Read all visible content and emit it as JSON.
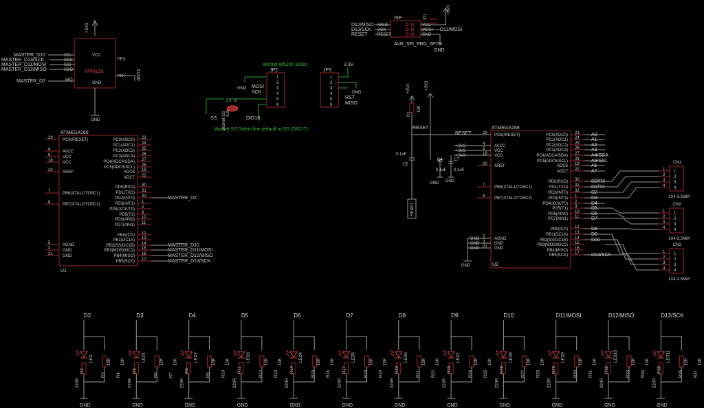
{
  "rfm": {
    "name": "RFM12B",
    "ant": "ANT1",
    "pins": [
      "SEL",
      "SCK",
      "SDI",
      "SDO",
      "IRQ",
      "VCC",
      "GND",
      "FFS",
      "ANT"
    ],
    "nets": [
      "MASTER_D10",
      "MASTER_D13/SCK",
      "MASTER_D11/MOSI",
      "MASTER_D12/MISO",
      "MASTER_D2"
    ],
    "supply": "+3V3",
    "gnd": "GND"
  },
  "isp": {
    "name": "ISP",
    "part": "AVR_SPI_PRG_6PTH",
    "jumper": "JP1",
    "left_nets": [
      "D12/MISO",
      "D13/SCK",
      "RESET"
    ],
    "right_net": "D11/MOSI",
    "pins_left": [
      "MISO",
      "SCK",
      "RESET"
    ],
    "pins_right": [
      "VCC",
      "MOSI",
      "GND"
    ],
    "supply": "+3V3",
    "gnd": "GND"
  },
  "wiznet": {
    "title": "Wiznet W5200 820io",
    "note": "Wiznet SS Select line default to SS (DIG17)",
    "jp2": "JP2",
    "jp3": "JP3",
    "jp3_supply": "3.3V",
    "jp2_labels": [
      "MOSI",
      "SCK",
      "GND"
    ],
    "jp3_labels": [
      "RST",
      "MISO"
    ],
    "ss": "SS",
    "dig": "DIG10",
    "sj": "SJ5",
    "jumper_label": "Wiznet SS"
  },
  "u1": {
    "name": "ATMEGA168",
    "ref": "U1",
    "left_pins": [
      [
        "29",
        "PC6(/RESET)"
      ],
      [
        "4",
        "AVCC"
      ],
      [
        "6",
        "VCC"
      ],
      [
        "18",
        "VCC"
      ],
      [
        "20",
        "AREF"
      ],
      [
        "7",
        "PB6(XTAL1/TOSC1)"
      ],
      [
        "8",
        "PB7(XTAL2/TOSC2)"
      ],
      [
        "5",
        "AGND"
      ],
      [
        "3",
        "GND"
      ],
      [
        "21",
        "GND"
      ]
    ],
    "right_pins": [
      [
        "23",
        "PC0(ADC0)"
      ],
      [
        "24",
        "PC1(ADC1)"
      ],
      [
        "25",
        "PC2(ADC2)"
      ],
      [
        "26",
        "PC3(ADC3)"
      ],
      [
        "27",
        "PC4(ADC4/SDA)"
      ],
      [
        "28",
        "PC5(ADC5/SCL)"
      ],
      [
        "19",
        "ADC6"
      ],
      [
        "22",
        "ADC7"
      ],
      [
        "30",
        "PD0(RXD)"
      ],
      [
        "31",
        "PD1(TXD)"
      ],
      [
        "32",
        "PD2(INT0)"
      ],
      [
        "1",
        "PD3(INT1)"
      ],
      [
        "2",
        "PD4(XCK/T0)"
      ],
      [
        "9",
        "PD5(T1)"
      ],
      [
        "10",
        "PD6(AIN0)"
      ],
      [
        "11",
        "PD7(AIN1)"
      ],
      [
        "12",
        "PB0(ICP)"
      ],
      [
        "13",
        "PB1(OC1A)"
      ],
      [
        "14",
        "PB2(SS/OC1B)"
      ],
      [
        "15",
        "PB3(MOSI/OC2)"
      ],
      [
        "16",
        "PB4(MISO)"
      ],
      [
        "17",
        "PB5(SCK)"
      ]
    ],
    "nets": [
      "MASTER_D2",
      "MASTER_D10",
      "MASTER_D11/MOSI",
      "MASTER_D12/MISO",
      "MASTER_D13/SCK"
    ]
  },
  "u2": {
    "name": "ATMEGA168",
    "ref": "U2",
    "left_pins": [
      [
        "29",
        "PC6(/RESET)"
      ],
      [
        "4",
        "AVCC"
      ],
      [
        "6",
        "VCC"
      ],
      [
        "18",
        "VCC"
      ],
      [
        "20",
        "AREF"
      ],
      [
        "7",
        "PB6(XTAL1/TOSC1)"
      ],
      [
        "8",
        "PB7(XTAL2/TOSC2)"
      ],
      [
        "5",
        "AGND"
      ],
      [
        "3",
        "GND"
      ],
      [
        "21",
        "GND"
      ]
    ],
    "right_pins": [
      [
        "23",
        "PC0(ADC0)"
      ],
      [
        "24",
        "PC1(ADC1)"
      ],
      [
        "25",
        "PC2(ADC2)"
      ],
      [
        "26",
        "PC3(ADC3)"
      ],
      [
        "27",
        "PC4(ADC4/SDA)"
      ],
      [
        "28",
        "PC5(ADC5/SCL)"
      ],
      [
        "19",
        "ADC6"
      ],
      [
        "22",
        "ADC7"
      ],
      [
        "30",
        "PD0(RXD)"
      ],
      [
        "31",
        "PD1(TXD)"
      ],
      [
        "32",
        "PD2(INT0)"
      ],
      [
        "1",
        "PD3(INT1)"
      ],
      [
        "2",
        "PD4(XCK/T0)"
      ],
      [
        "9",
        "PD5(T1)"
      ],
      [
        "10",
        "PD6(AIN0)"
      ],
      [
        "11",
        "PD7(AIN1)"
      ],
      [
        "12",
        "PB0(ICP)"
      ],
      [
        "13",
        "PB1(OC1A)"
      ],
      [
        "14",
        "PB2(SS/OC1B)"
      ],
      [
        "15",
        "PB3(MOSI/OC2)"
      ],
      [
        "16",
        "PB4(MISO)"
      ],
      [
        "17",
        "PB5(SCK)"
      ]
    ],
    "nets": [
      "A0",
      "A1",
      "A2",
      "A3",
      "A4/SDA",
      "A5/SCL",
      "A6",
      "A7",
      "D0/RX",
      "D1/TX",
      "D2",
      "D3",
      "D4",
      "D5",
      "D6",
      "D7",
      "D8",
      "D9",
      "D10",
      "",
      "",
      "D13/SCK"
    ],
    "reset_label": "RESET",
    "reset_pin": "RESET",
    "r1": "R1",
    "r1_val": "10K",
    "c5": "C5",
    "c5_val": "0.1uF",
    "c4": "C4",
    "c4_val": "0.1uF",
    "c7": "C7",
    "c7_val": "0.1uF",
    "supplies": [
      "+3V3",
      "+3V3",
      "+3V3",
      "+3V3",
      "+3V3"
    ],
    "gnd": "GND"
  },
  "headers": [
    {
      "ref": "CN1",
      "part": "1X4-3.5MM",
      "pins": [
        "1",
        "2",
        "3",
        "4"
      ]
    },
    {
      "ref": "CN2",
      "part": "1X4-3.5MM",
      "pins": [
        "1",
        "2",
        "3",
        "4"
      ]
    },
    {
      "ref": "CN3",
      "part": "1X4-3.5MM",
      "pins": [
        "1",
        "2",
        "3",
        "4"
      ]
    }
  ],
  "leds": [
    {
      "net": "D2",
      "r_a": "R2",
      "r_a_val": "220R",
      "led": "LED",
      "r_b": "R3",
      "r_b_val": "10K",
      "r_c": "R4",
      "r_c_val": "10K"
    },
    {
      "net": "D3",
      "r_a": "R5",
      "r_a_val": "220R",
      "led": "LED1",
      "r_b": "R6",
      "r_b_val": "10K",
      "r_c": "R7",
      "r_c_val": "10K"
    },
    {
      "net": "D4",
      "r_a": "R8",
      "r_a_val": "220R",
      "led": "LED2",
      "r_b": "R9",
      "r_b_val": "10K",
      "r_c": "R10",
      "r_c_val": "10K"
    },
    {
      "net": "D5",
      "r_a": "R11",
      "r_a_val": "220R",
      "led": "LED3",
      "r_b": "R12",
      "r_b_val": "10K",
      "r_c": "R13",
      "r_c_val": "10K"
    },
    {
      "net": "D6",
      "r_a": "R14",
      "r_a_val": "220R",
      "led": "LED4",
      "r_b": "R15",
      "r_b_val": "10K",
      "r_c": "R16",
      "r_c_val": "10K"
    },
    {
      "net": "D7",
      "r_a": "R17",
      "r_a_val": "220R",
      "led": "LED5",
      "r_b": "R18",
      "r_b_val": "10K",
      "r_c": "R19",
      "r_c_val": "10K"
    },
    {
      "net": "D8",
      "r_a": "R20",
      "r_a_val": "220R",
      "led": "LED6",
      "r_b": "R21",
      "r_b_val": "10K",
      "r_c": "R22",
      "r_c_val": "10K"
    },
    {
      "net": "D9",
      "r_a": "R23",
      "r_a_val": "220R",
      "led": "LED7",
      "r_b": "R24",
      "r_b_val": "10K",
      "r_c": "R25",
      "r_c_val": "10K"
    },
    {
      "net": "D10",
      "r_a": "R26",
      "r_a_val": "220R",
      "led": "LED8",
      "r_b": "R27",
      "r_b_val": "10K",
      "r_c": "R28",
      "r_c_val": "10K"
    },
    {
      "net": "D11/MOSI",
      "r_a": "R29",
      "r_a_val": "220R",
      "led": "LED9",
      "r_b": "R30",
      "r_b_val": "10K",
      "r_c": "R31",
      "r_c_val": "10K"
    },
    {
      "net": "D12/MISO",
      "r_a": "R32",
      "r_a_val": "220R",
      "led": "LED10",
      "r_b": "R33",
      "r_b_val": "10K",
      "r_c": "R34",
      "r_c_val": "10K"
    },
    {
      "net": "D13/SCK",
      "r_a": "R35",
      "r_a_val": "220R",
      "led": "LED11",
      "r_b": "R36",
      "r_b_val": "10K",
      "r_c": "R37",
      "r_c_val": "10K"
    }
  ],
  "gnd": "GND",
  "colors": {
    "background": "#000000",
    "component": "#a02828",
    "wire": "#28a028",
    "text": "#cfcfcf"
  }
}
